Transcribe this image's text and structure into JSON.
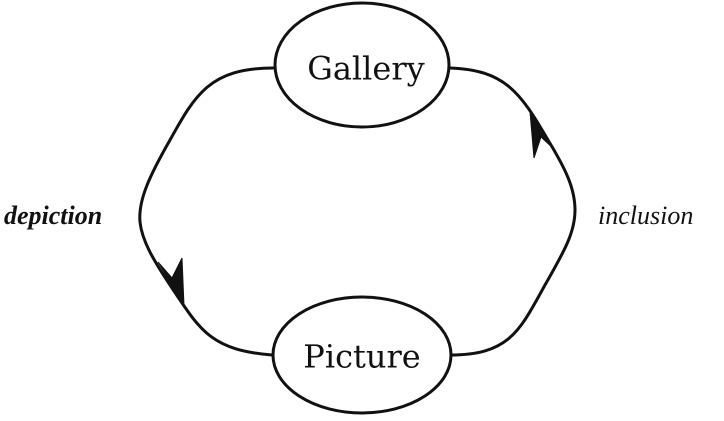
{
  "diagram": {
    "nodes": {
      "gallery": {
        "label": "Gallery"
      },
      "picture": {
        "label": "Picture"
      }
    },
    "edges": {
      "depiction": {
        "label": "depiction",
        "from": "Gallery",
        "to": "Picture"
      },
      "inclusion": {
        "label": "inclusion",
        "from": "Picture",
        "to": "Gallery"
      }
    },
    "colors": {
      "ink": "#111111",
      "background": "#ffffff"
    }
  }
}
